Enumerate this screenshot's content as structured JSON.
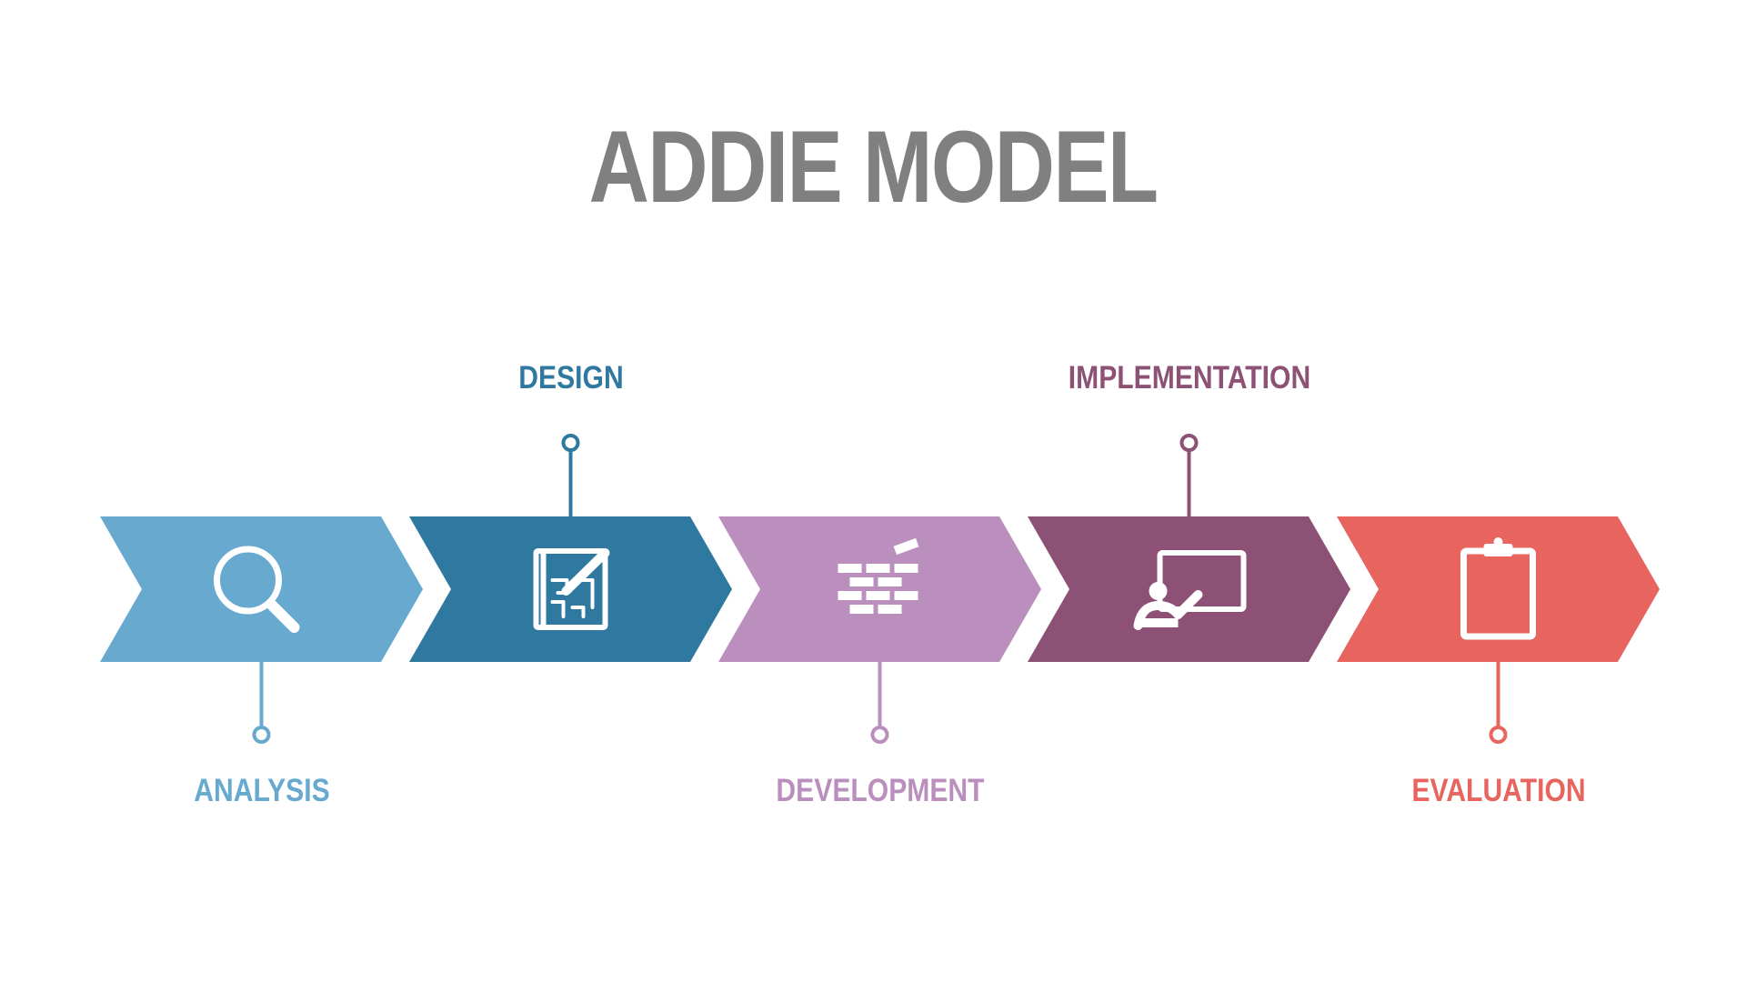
{
  "title": "ADDIE MODEL",
  "steps": [
    {
      "label": "ANALYSIS",
      "color": "#67A9CF",
      "icon": "magnifier-icon",
      "label_position": "below"
    },
    {
      "label": "DESIGN",
      "color": "#2F79A0",
      "icon": "blueprint-pencil-icon",
      "label_position": "above"
    },
    {
      "label": "DEVELOPMENT",
      "color": "#BA8FBD",
      "icon": "brick-wall-icon",
      "label_position": "below"
    },
    {
      "label": "IMPLEMENTATION",
      "color": "#8C5175",
      "icon": "presenter-board-icon",
      "label_position": "above"
    },
    {
      "label": "EVALUATION",
      "color": "#E8645F",
      "icon": "clipboard-icon",
      "label_position": "below"
    }
  ]
}
